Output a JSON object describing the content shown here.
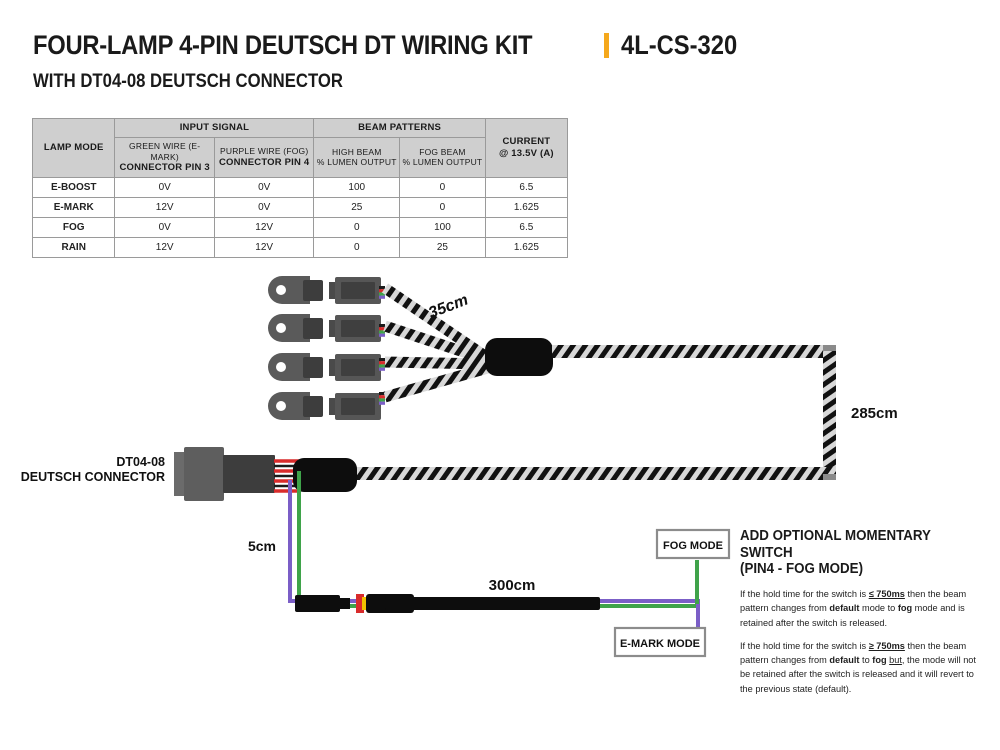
{
  "header": {
    "title": "FOUR-LAMP 4-PIN DEUTSCH DT WIRING KIT",
    "sku": "4L-CS-320",
    "subtitle": "WITH DT04-08 DEUTSCH CONNECTOR",
    "accent_color": "#F5A81C"
  },
  "table": {
    "group_headers": {
      "lamp_mode": "LAMP MODE",
      "input_signal": "INPUT SIGNAL",
      "beam_patterns": "BEAM PATTERNS",
      "current_top": "CURRENT",
      "current_bottom": "@ 13.5V (A)"
    },
    "sub_headers": [
      {
        "top": "GREEN WIRE (E-MARK)",
        "bottom": "CONNECTOR PIN 3"
      },
      {
        "top": "PURPLE WIRE (FOG)",
        "bottom": "CONNECTOR PIN 4"
      },
      {
        "top": "HIGH BEAM",
        "bottom": "% LUMEN OUTPUT"
      },
      {
        "top": "FOG BEAM",
        "bottom": "% LUMEN OUTPUT"
      }
    ],
    "rows": [
      {
        "mode": "E-BOOST",
        "green": "0V",
        "purple": "0V",
        "high": "100",
        "fog": "0",
        "current": "6.5"
      },
      {
        "mode": "E-MARK",
        "green": "12V",
        "purple": "0V",
        "high": "25",
        "fog": "0",
        "current": "1.625"
      },
      {
        "mode": "FOG",
        "green": "0V",
        "purple": "12V",
        "high": "0",
        "fog": "100",
        "current": "6.5"
      },
      {
        "mode": "RAIN",
        "green": "12V",
        "purple": "12V",
        "high": "0",
        "fog": "25",
        "current": "1.625"
      }
    ]
  },
  "diagram": {
    "length_35cm": "35cm",
    "length_285cm": "285cm",
    "length_5cm": "5cm",
    "length_300cm": "300cm",
    "connector_label_line1": "DT04-08",
    "connector_label_line2": "DEUTSCH CONNECTOR",
    "fog_mode_label": "FOG MODE",
    "emark_mode_label": "E-MARK MODE",
    "wire_colors": {
      "black": "#1a1a1a",
      "red": "#D92B2B",
      "green": "#3FA34A",
      "purple": "#7B5EC7",
      "connector_body": "#4d4d4d",
      "connector_body_light": "#5a5a5a"
    }
  },
  "switch_note": {
    "title_line1": "ADD OPTIONAL MOMENTARY SWITCH",
    "title_line2": "(PIN4 - FOG MODE)",
    "paragraph1": {
      "a": "If the hold time for the switch is ",
      "b_bold_underline": "≤ 750ms",
      "c": " then the beam pattern changes from ",
      "d_bold": "default",
      "e": " mode to ",
      "f_bold": "fog",
      "g": " mode and is retained after the switch is released."
    },
    "paragraph2": {
      "a": "If the hold time for the switch is ",
      "b_bold_underline": "≥ 750ms",
      "c": " then the beam pattern changes from ",
      "d_bold": "default",
      "e": " to ",
      "f_bold": "fog",
      "g_underline": "but",
      "h": ", the mode will not be retained after the switch is released and it will revert to the previous state (default)."
    }
  }
}
